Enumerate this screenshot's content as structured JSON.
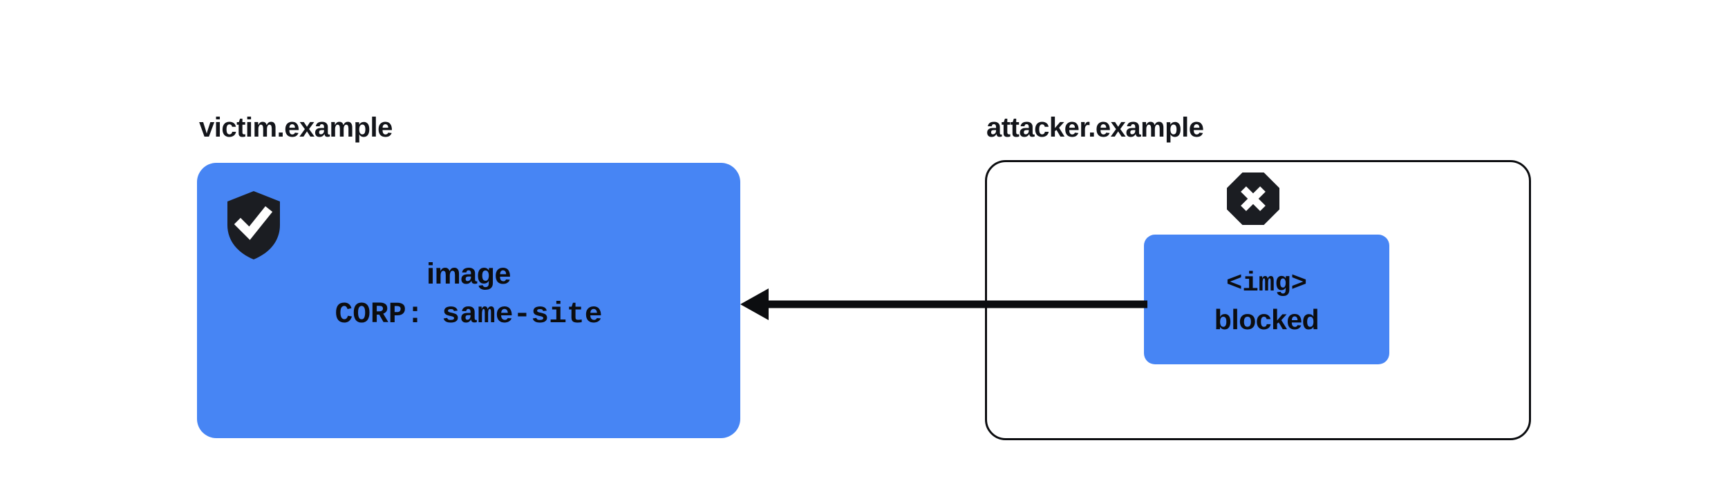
{
  "diagram": {
    "title_victim": "victim.example",
    "title_attacker": "attacker.example",
    "colors": {
      "resource_blue": "#4785f4",
      "ink": "#0c0d10",
      "canvas": "#ffffff",
      "icon_dark": "#1b1d22",
      "icon_glyph": "#ffffff"
    }
  },
  "victim": {
    "label": "victim.example",
    "shield_icon": "shield-check-icon",
    "resource_name": "image",
    "header_line": "CORP: same-site"
  },
  "attacker": {
    "label": "attacker.example",
    "blocked_icon": "octagon-x-icon",
    "element_tag": "<img>",
    "element_status": "blocked"
  },
  "arrow": {
    "name": "cross-origin-request-arrow",
    "direction": "left",
    "from": "attacker.example <img>",
    "to": "victim.example image"
  }
}
